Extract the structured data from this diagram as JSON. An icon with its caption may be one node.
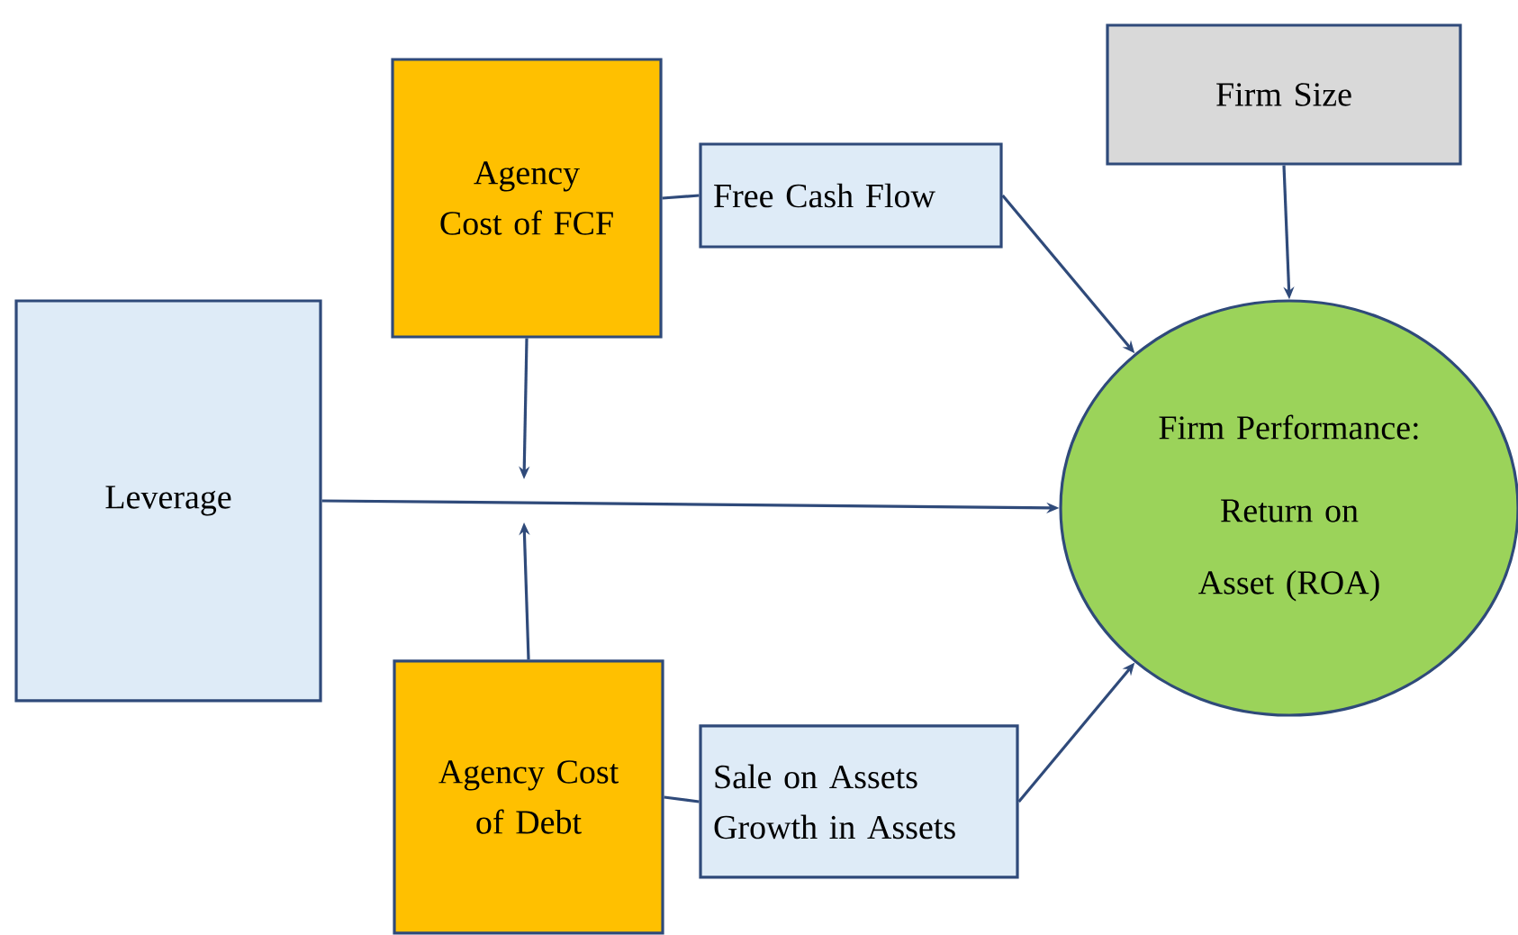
{
  "diagram": {
    "nodes": [
      {
        "text": [
          "Agency Cost of FCF"
        ]
      },
      {
        "text": [
          "Free Cash Flow"
        ]
      },
      {
        "text": [
          "Firm Size"
        ]
      },
      {
        "text": [
          "Leverage"
        ]
      },
      {
        "text": [
          "Firm Performance:",
          "Return on Asset (ROA)"
        ]
      },
      {
        "text": [
          "Agency Cost of Debt"
        ]
      },
      {
        "text": [
          "Sale on Assets",
          "Growth in Assets"
        ]
      }
    ],
    "edges": [
      {
        "from": 0,
        "to": 1,
        "arrow": "none"
      },
      {
        "from": 1,
        "to": 4,
        "arrow": "to"
      },
      {
        "from": 2,
        "to": 4,
        "arrow": "to"
      },
      {
        "from": 3,
        "to": 4,
        "arrow": "to"
      },
      {
        "from": 0,
        "to": null,
        "arrow": "to"
      },
      {
        "from": 5,
        "to": null,
        "arrow": "to"
      },
      {
        "from": 5,
        "to": 6,
        "arrow": "none"
      },
      {
        "from": 6,
        "to": 4,
        "arrow": "to"
      }
    ]
  }
}
